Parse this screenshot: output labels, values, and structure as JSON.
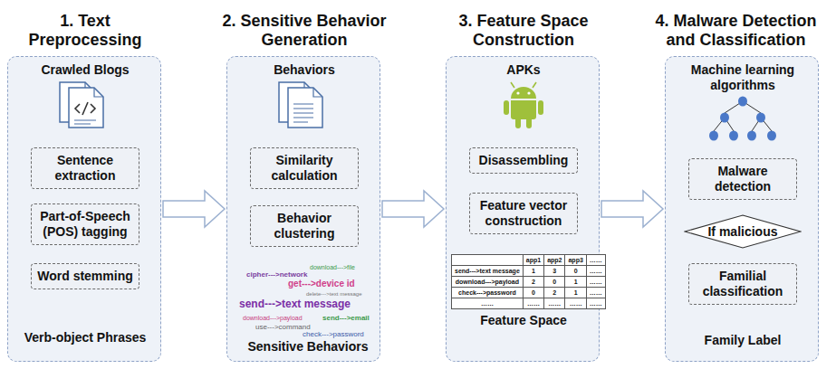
{
  "diagram": {
    "nodes": [
      {
        "text": [
          "1. Text Preprocessing"
        ]
      },
      {
        "text": [
          "Crawled Blogs"
        ],
        "in": 0
      },
      {
        "text": [
          "Sentence extraction"
        ],
        "in": 0
      },
      {
        "text": [
          "Part-of-Speech (POS) tagging"
        ],
        "in": 0
      },
      {
        "text": [
          "Word stemming"
        ],
        "in": 0
      },
      {
        "text": [
          "Verb-object Phrases"
        ],
        "in": 0
      },
      {
        "text": [
          "2. Sensitive Behavior Generation"
        ]
      },
      {
        "text": [
          "Behaviors"
        ],
        "in": 6
      },
      {
        "text": [
          "Similarity calculation"
        ],
        "in": 6
      },
      {
        "text": [
          "Behavior clustering"
        ],
        "in": 6
      },
      {
        "text": [
          "Sensitive Behaviors"
        ],
        "in": 6
      },
      {
        "text": [
          "3. Feature Space Construction"
        ]
      },
      {
        "text": [
          "APKs"
        ],
        "in": 11
      },
      {
        "text": [
          "Disassembling"
        ],
        "in": 11
      },
      {
        "text": [
          "Feature vector construction"
        ],
        "in": 11
      },
      {
        "text": [
          "Feature Space"
        ],
        "in": 11
      },
      {
        "text": [
          "4. Malware Detection and Classification"
        ]
      },
      {
        "text": [
          "Machine learning algorithms"
        ],
        "in": 16
      },
      {
        "text": [
          "Malware detection"
        ],
        "in": 16
      },
      {
        "text": [
          "If malicious"
        ],
        "in": 16
      },
      {
        "text": [
          "Familial classification"
        ],
        "in": 16
      },
      {
        "text": [
          "Family Label"
        ],
        "in": 16
      }
    ],
    "edges": [
      {
        "from": 0,
        "to": 6,
        "arrow": "to"
      },
      {
        "from": 6,
        "to": 11,
        "arrow": "to"
      },
      {
        "from": 11,
        "to": 16,
        "arrow": "to"
      },
      {
        "from": 1,
        "to": 2,
        "arrow": "to"
      },
      {
        "from": 2,
        "to": 3,
        "arrow": "to"
      },
      {
        "from": 3,
        "to": 4,
        "arrow": "to"
      },
      {
        "from": 4,
        "to": 5,
        "arrow": "to"
      },
      {
        "from": 7,
        "to": 8,
        "arrow": "to"
      },
      {
        "from": 8,
        "to": 9,
        "arrow": "to"
      },
      {
        "from": 9,
        "to": 10,
        "arrow": "to"
      },
      {
        "from": 12,
        "to": 13,
        "arrow": "to"
      },
      {
        "from": 13,
        "to": 14,
        "arrow": "to"
      },
      {
        "from": 14,
        "to": 15,
        "arrow": "to"
      },
      {
        "from": 17,
        "to": 18,
        "arrow": "to"
      },
      {
        "from": 18,
        "to": 19,
        "arrow": "to"
      },
      {
        "from": 19,
        "to": 20,
        "arrow": "to"
      },
      {
        "from": 20,
        "to": 21,
        "arrow": "to"
      }
    ],
    "labels": [
      "download--->file",
      "cipher--->network",
      "get--->device id",
      "delete--->text message",
      "send--->text message",
      "download--->payload",
      "send--->email",
      "use--->command",
      "check--->password",
      "app1",
      "app2",
      "app3",
      "……",
      "send--->text message",
      "1",
      "3",
      "0",
      "……",
      "download--->payload",
      "2",
      "0",
      "1",
      "……",
      "check--->password",
      "0",
      "2",
      "1",
      "……",
      "……",
      "……",
      "……",
      "……",
      "……"
    ]
  }
}
